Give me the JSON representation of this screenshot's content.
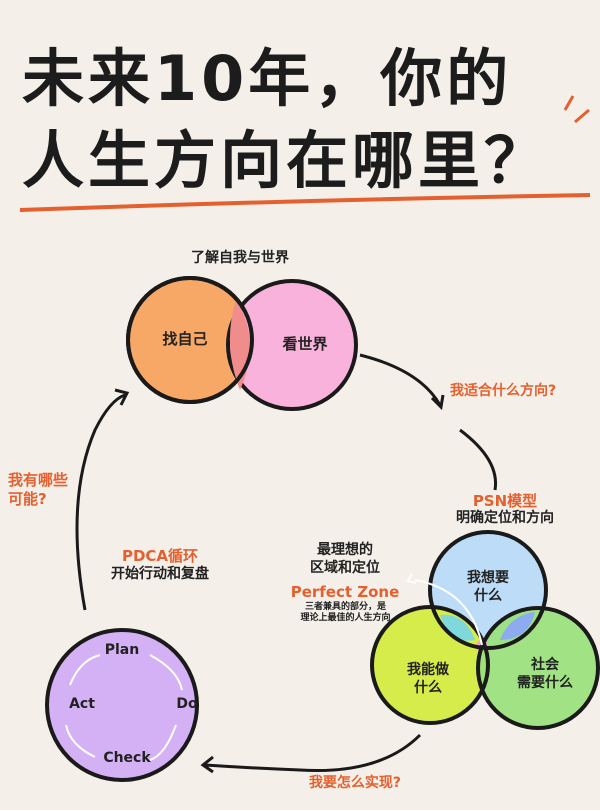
{
  "title": {
    "line1": "未来10年，你的",
    "line2": "人生方向在哪里？"
  },
  "top": {
    "caption": "了解自我与世界",
    "left_circle": "找自己",
    "right_circle": "看世界"
  },
  "steps": {
    "fit": "我适合什么方向?",
    "psn_title": "PSN模型",
    "psn_sub": "明确定位和方向",
    "possibilities": "我有哪些\n可能?",
    "pdca_title": "PDCA循环",
    "pdca_sub": "开始行动和复盘",
    "achieve": "我要怎么实现?"
  },
  "venn": {
    "ideal": "最理想的\n区域和定位",
    "zone_title": "Perfect Zone",
    "zone_desc": "三者兼具的部分，是\n理论上最佳的人生方向",
    "want": "我想要\n什么",
    "can": "我能做\n什么",
    "society": "社会\n需要什么"
  },
  "pdca": {
    "plan": "Plan",
    "do": "Do",
    "check": "Check",
    "act": "Act"
  },
  "colors": {
    "accent": "#e5602f",
    "orange": "#f7a867",
    "pink": "#f9aedb",
    "purple": "#d4b0f5",
    "blue": "#bcdcf7",
    "lime": "#d6ec4a",
    "green": "#98e07a"
  }
}
